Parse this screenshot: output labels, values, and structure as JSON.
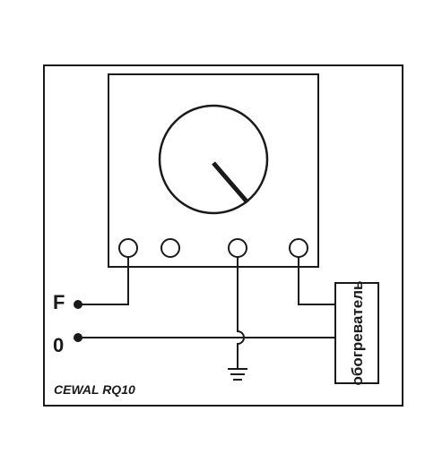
{
  "diagram": {
    "model_label": "CEWAL RQ10",
    "terminal_f_label": "F",
    "terminal_zero_label": "0",
    "heater_label": "обогреватель"
  },
  "colors": {
    "line": "#1a1a1a",
    "background": "#ffffff"
  }
}
